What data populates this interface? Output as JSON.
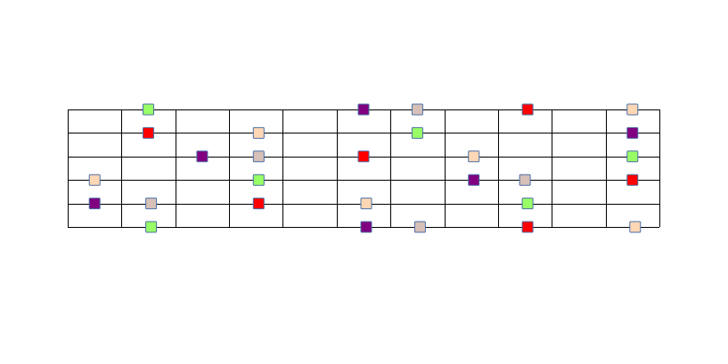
{
  "fretboard": {
    "strings": 6,
    "frets": 11,
    "colors": {
      "line": "#000000",
      "marker_border": "#4a6fa5",
      "green": "#99ff66",
      "red": "#ff0000",
      "purple": "#800080",
      "tan": "#d6c0b8",
      "peach": "#ffd7b5"
    },
    "markers": [
      {
        "string": 1,
        "fret": 1.5,
        "color": "green"
      },
      {
        "string": 1,
        "fret": 5.5,
        "color": "purple"
      },
      {
        "string": 1,
        "fret": 6.5,
        "color": "tan"
      },
      {
        "string": 1,
        "fret": 8.55,
        "color": "red"
      },
      {
        "string": 1,
        "fret": 10.5,
        "color": "peach"
      },
      {
        "string": 2,
        "fret": 1.5,
        "color": "red"
      },
      {
        "string": 2,
        "fret": 3.55,
        "color": "peach"
      },
      {
        "string": 2,
        "fret": 6.5,
        "color": "green"
      },
      {
        "string": 2,
        "fret": 10.5,
        "color": "purple"
      },
      {
        "string": 3,
        "fret": 2.5,
        "color": "purple"
      },
      {
        "string": 3,
        "fret": 3.55,
        "color": "tan"
      },
      {
        "string": 3,
        "fret": 5.5,
        "color": "red"
      },
      {
        "string": 3,
        "fret": 7.55,
        "color": "peach"
      },
      {
        "string": 3,
        "fret": 10.5,
        "color": "green"
      },
      {
        "string": 4,
        "fret": 0.5,
        "color": "peach"
      },
      {
        "string": 4,
        "fret": 3.55,
        "color": "green"
      },
      {
        "string": 4,
        "fret": 7.55,
        "color": "purple"
      },
      {
        "string": 4,
        "fret": 8.5,
        "color": "tan"
      },
      {
        "string": 4,
        "fret": 10.5,
        "color": "red"
      },
      {
        "string": 5,
        "fret": 0.5,
        "color": "purple"
      },
      {
        "string": 5,
        "fret": 1.55,
        "color": "tan"
      },
      {
        "string": 5,
        "fret": 3.55,
        "color": "red"
      },
      {
        "string": 5,
        "fret": 5.55,
        "color": "peach"
      },
      {
        "string": 5,
        "fret": 8.55,
        "color": "green"
      },
      {
        "string": 6,
        "fret": 1.55,
        "color": "green"
      },
      {
        "string": 6,
        "fret": 5.55,
        "color": "purple"
      },
      {
        "string": 6,
        "fret": 6.55,
        "color": "tan"
      },
      {
        "string": 6,
        "fret": 8.55,
        "color": "red"
      },
      {
        "string": 6,
        "fret": 10.55,
        "color": "peach"
      }
    ]
  }
}
